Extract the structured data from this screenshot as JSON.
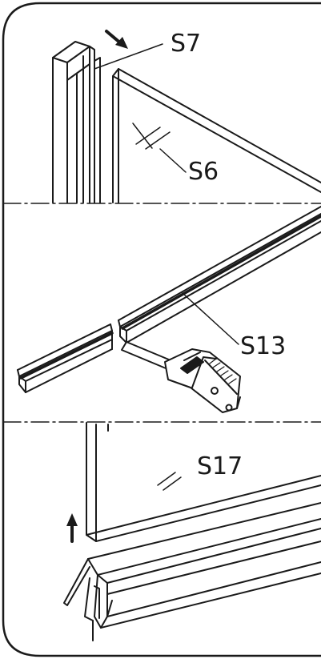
{
  "panels": {
    "top": {
      "label": "S7",
      "label_2": "S6"
    },
    "middle": {
      "label": "S13"
    },
    "bottom": {
      "label": "S17"
    }
  },
  "icons": [
    "arrow-down-right-icon",
    "arrow-up-icon",
    "utility-knife-icon",
    "glass-reflection-icon"
  ],
  "colors": {
    "stroke": "#1a1a1a",
    "background": "#ffffff"
  }
}
